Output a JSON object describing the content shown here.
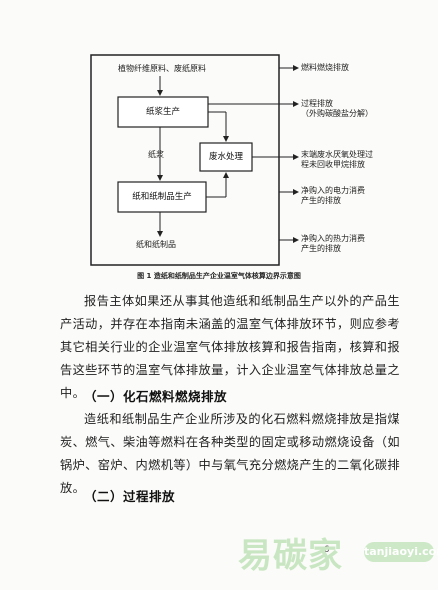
{
  "diagram": {
    "raw_materials": "植物纤维原料、废纸原料",
    "pulp_box": "纸浆生产",
    "pulp_label": "纸浆",
    "paper_box": "纸和纸制品生产",
    "wastewater_box": "废水处理",
    "product": "纸和纸制品",
    "outputs": [
      "燃料燃烧排放",
      "过程排放\n（外购碳酸盐分解）",
      "末端废水厌氧处理过\n程未回收甲烷排放",
      "净购入的电力消费\n产生的排放",
      "净购入的热力消费\n产生的排放"
    ],
    "caption": "图 1  造纸和纸制品生产企业温室气体核算边界示意图"
  },
  "body": {
    "para1": "报告主体如果还从事其他造纸和纸制品生产以外的产品生产活动，并存在本指南未涵盖的温室气体排放环节，则应参考其它相关行业的企业温室气体排放核算和报告指南，核算和报告这些环节的温室气体排放量，计入企业温室气体排放总量之中。",
    "heading1": "（一）化石燃料燃烧排放",
    "para2": "造纸和纸制品生产企业所涉及的化石燃料燃烧排放是指煤炭、燃气、柴油等燃料在各种类型的固定或移动燃烧设备（如锅炉、窑炉、内燃机等）中与氧气充分燃烧产生的二氧化碳排放。",
    "heading2": "（二）过程排放",
    "page_mark": "· 6 ·"
  },
  "watermark": {
    "text": "易碳家",
    "url": "tanjiaoyi.com"
  }
}
